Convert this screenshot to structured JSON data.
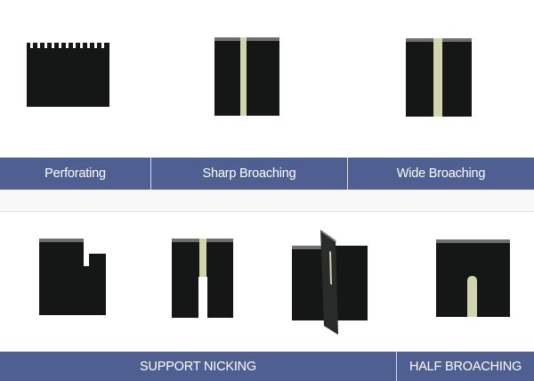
{
  "top_row": {
    "labels": [
      "Perforating",
      "Sharp Broaching",
      "Wide Broaching"
    ]
  },
  "bottom_row": {
    "labels": [
      "SUPPORT NICKING",
      "HALF BROACHING"
    ]
  },
  "colors": {
    "label_bar": "#4f5f91",
    "material": "#151616",
    "blade": "#d2d4ab",
    "edge": "#6c6f6e"
  }
}
